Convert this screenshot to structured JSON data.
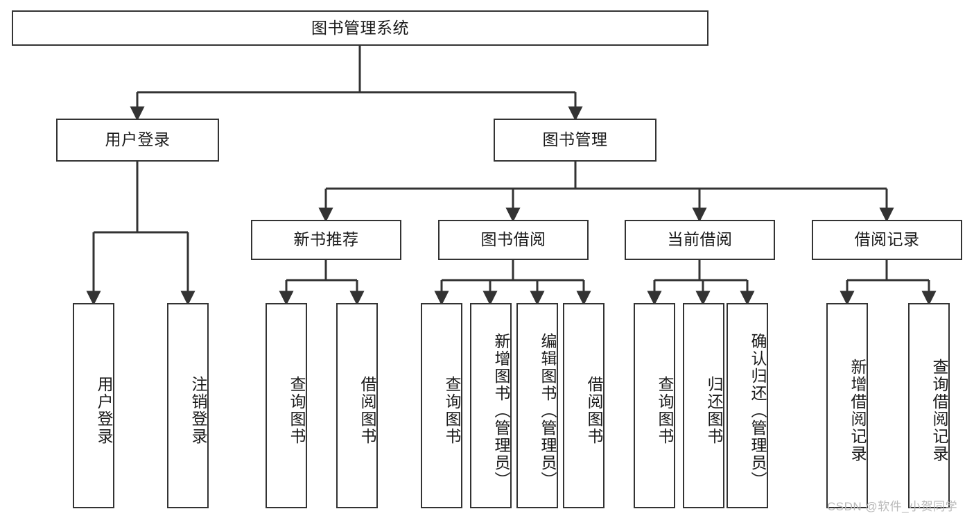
{
  "diagram": {
    "title": "图书管理系统",
    "watermark": "CSDN @软件_小贺同学",
    "colors": {
      "box_border": "#333333",
      "box_fill": "#ffffff",
      "connector": "#333333",
      "text": "#1a1a1a",
      "watermark": "#b9b9b9",
      "background": "#ffffff"
    },
    "levels": {
      "root": "图书管理系统",
      "level2": [
        "用户登录",
        "图书管理"
      ],
      "level3": [
        "新书推荐",
        "图书借阅",
        "当前借阅",
        "借阅记录"
      ]
    },
    "nodes": {
      "root": "图书管理系统",
      "user_login": "用户登录",
      "book_manage": "图书管理",
      "new_book_rec": "新书推荐",
      "book_borrow": "图书借阅",
      "current_borrow": "当前借阅",
      "borrow_record": "借阅记录",
      "leaf_user_login": "用户登录",
      "leaf_logout": "注销登录",
      "leaf_query_book_1": "查询图书",
      "leaf_borrow_book_1": "借阅图书",
      "leaf_query_book_2": "查询图书",
      "leaf_add_book_admin": "新增图书（管理员）",
      "leaf_edit_book_admin": "编辑图书（管理员）",
      "leaf_borrow_book_2": "借阅图书",
      "leaf_query_book_3": "查询图书",
      "leaf_return_book": "归还图书",
      "leaf_confirm_return_admin": "确认归还（管理员）",
      "leaf_add_borrow_record": "新增借阅记录",
      "leaf_query_borrow_record": "查询借阅记录"
    }
  }
}
